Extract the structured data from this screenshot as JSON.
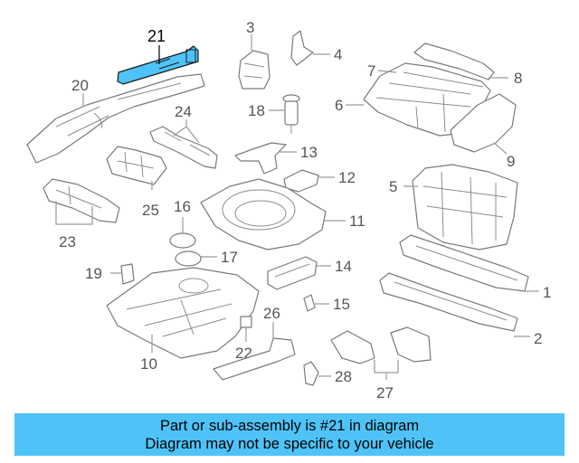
{
  "diagram": {
    "highlighted_part": "21",
    "highlight_color": "#4fc3f7",
    "callouts": {
      "c1": "1",
      "c2": "2",
      "c3": "3",
      "c4": "4",
      "c5": "5",
      "c6": "6",
      "c7": "7",
      "c8": "8",
      "c9": "9",
      "c10": "10",
      "c11": "11",
      "c12": "12",
      "c13": "13",
      "c14": "14",
      "c15": "15",
      "c16": "16",
      "c17": "17",
      "c18": "18",
      "c19": "19",
      "c20": "20",
      "c21": "21",
      "c22": "22",
      "c23": "23",
      "c24": "24",
      "c25": "25",
      "c26": "26",
      "c27": "27",
      "c28": "28"
    }
  },
  "banner": {
    "line1": "Part or sub-assembly is #21 in diagram",
    "line2": "Diagram may not be specific to your vehicle",
    "color": "#4fc3f7"
  }
}
